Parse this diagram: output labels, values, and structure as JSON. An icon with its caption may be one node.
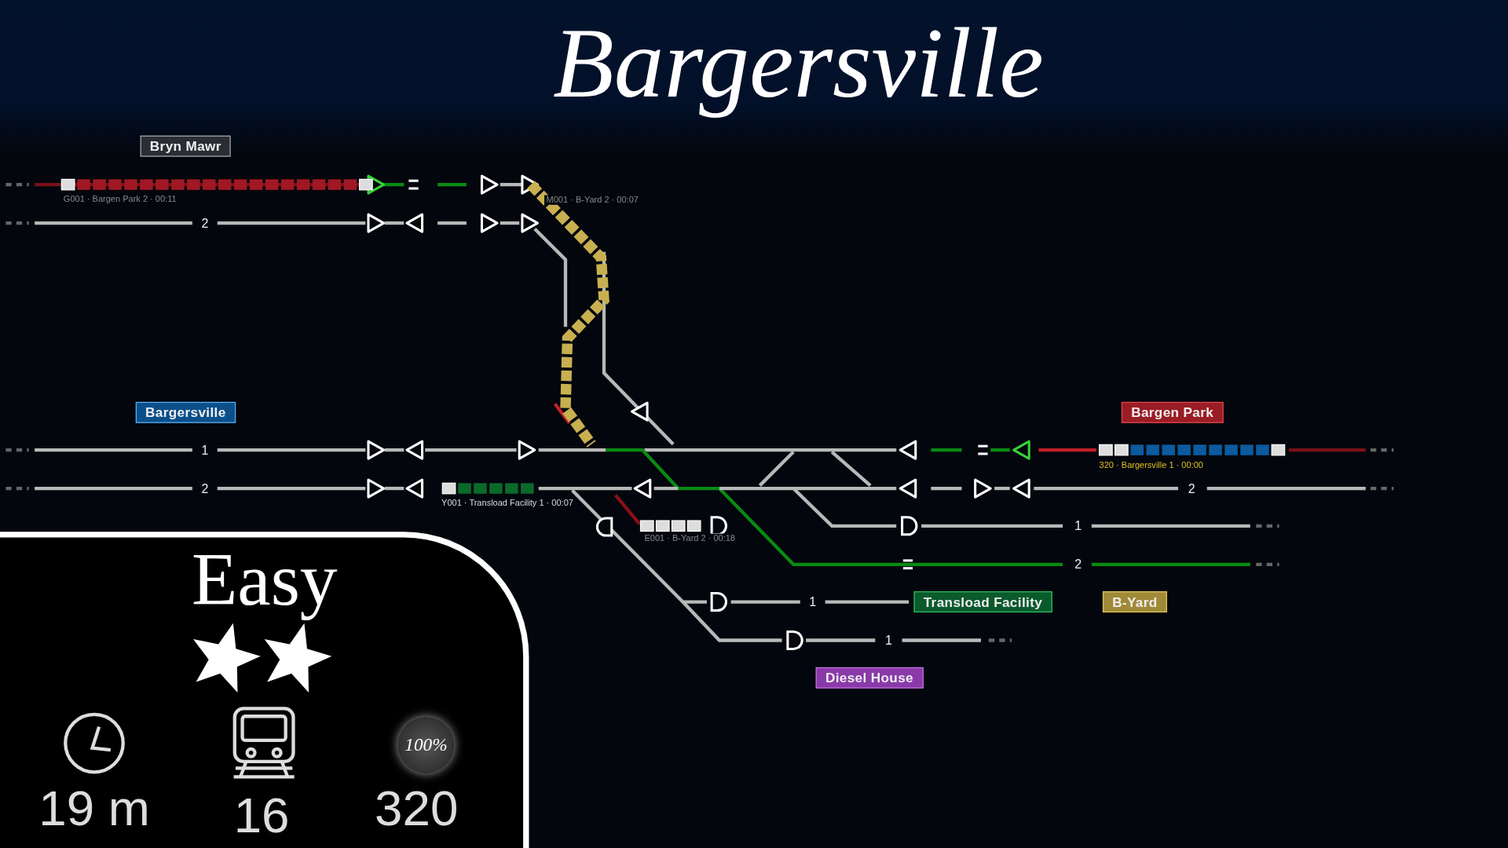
{
  "diagram": {
    "title": "Bargersville",
    "labels": [
      "Bryn Mawr",
      "G001 · Bargen Park 2 · 00:11",
      "M001 · B-Yard 2 · 00:07",
      "2",
      "Bargersville",
      "Bargen Park",
      "1",
      "320 · Bargersville 1 · 00:00",
      "2",
      "2",
      "Y001 · Transload Facility 1 · 00:07",
      "E001 · B-Yard 2 · 00:18",
      "1",
      "2",
      "1",
      "Transload Facility",
      "B-Yard",
      "1",
      "Diesel House",
      "Easy",
      "100%",
      "19 m",
      "16",
      "320"
    ]
  }
}
